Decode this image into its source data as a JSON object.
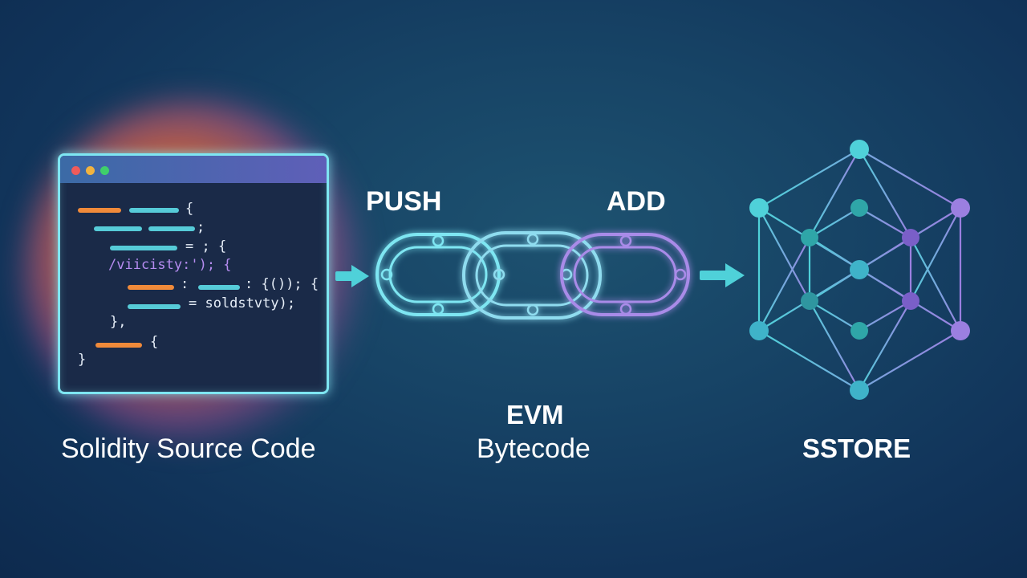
{
  "editor": {
    "window_controls": [
      "close-dot",
      "minimize-dot",
      "maximize-dot"
    ],
    "code_lines": [
      "{",
      ";",
      "= ; {",
      "/viicisty:'); {",
      ": ",
      ": {()); {",
      "= soldstvty);",
      "},",
      "{",
      "}"
    ]
  },
  "labels": {
    "source": "Solidity Source Code",
    "push": "PUSH",
    "add": "ADD",
    "evm": "EVM",
    "bytecode": "Bytecode",
    "sstore": "SSTORE"
  },
  "colors": {
    "accent_cyan": "#7ee6f2",
    "accent_purple": "#9b7fe0",
    "accent_orange": "#f08a3a",
    "background": "#133a5e"
  }
}
